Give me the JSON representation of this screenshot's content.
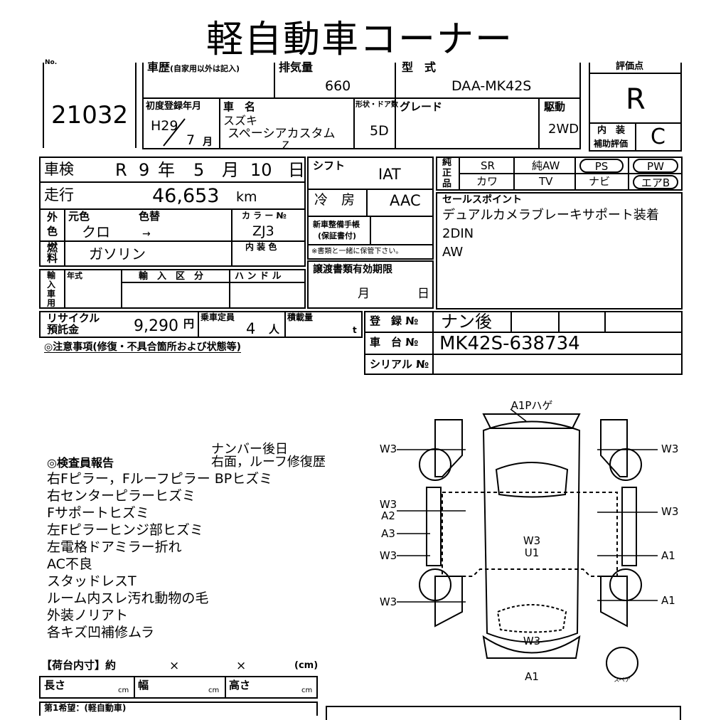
{
  "title": "軽自動車コーナー",
  "header": {
    "no_label": "No.",
    "lot_no": "21032",
    "history_label": "車歴",
    "history_note": "(自家用以外は記入)",
    "displacement_label": "排気量",
    "displacement": "660",
    "model_label": "型　式",
    "model": "DAA-MK42S",
    "score_label": "評価点",
    "score": "R",
    "first_reg_label": "初度登録年月",
    "first_reg_year": "H29",
    "first_reg_month": "7",
    "first_reg_month_unit": "月",
    "car_name_label": "車　名",
    "maker": "スズキ",
    "car_name": "スペーシアカスタム",
    "car_name_suffix": "Z",
    "doors_label": "形状・ドア数",
    "doors": "5D",
    "grade_label": "グレード",
    "drive_label": "駆動",
    "drive": "2WD",
    "interior_label_1": "内　装",
    "interior_label_2": "補助評価",
    "interior_score": "C"
  },
  "inspection": {
    "label": "車検",
    "era": "R",
    "year": "9",
    "year_unit": "年",
    "month": "5",
    "month_unit": "月",
    "day": "10",
    "day_unit": "日"
  },
  "shift": {
    "label": "シフト",
    "value": "IAT"
  },
  "mileage": {
    "label": "走行",
    "value": "46,653",
    "unit": "km"
  },
  "aircon": {
    "label": "冷　房",
    "value": "AAC"
  },
  "color": {
    "outer_label_1": "外",
    "outer_label_2": "色",
    "original_label": "元色",
    "change_label": "色替",
    "original": "クロ",
    "arrow": "→",
    "color_no_label": "カ ラ ー №",
    "color_no": "ZJ3",
    "interior_color_label": "内 装 色"
  },
  "fuel": {
    "label_1": "燃",
    "label_2": "料",
    "value": "ガソリン"
  },
  "new_car_warranty": {
    "label_1": "新車整備手帳",
    "label_2": "(保証書付)",
    "note": "※書類と一緒に保管下さい。"
  },
  "import": {
    "label": [
      "輸",
      "入",
      "車",
      "用"
    ],
    "year_label": "年式",
    "type_label": "輸　入　区　分",
    "handle_label": "ハ ン ド ル"
  },
  "transfer": {
    "label": "譲渡書類有効期限",
    "month": "月",
    "day": "日"
  },
  "recycle": {
    "label_1": "リサイクル",
    "label_2": "預託金",
    "value": "9,290",
    "unit": "円"
  },
  "capacity": {
    "label": "乗車定員",
    "value": "4",
    "unit": "人"
  },
  "load": {
    "label": "積載量",
    "unit": "t"
  },
  "equipment": {
    "label": [
      "純",
      "正",
      "品"
    ],
    "row1": [
      "SR",
      "純AW",
      "PS",
      "PW"
    ],
    "row2": [
      "カワ",
      "TV",
      "ナビ",
      "エアB"
    ]
  },
  "sales_points": {
    "label": "セールスポイント",
    "lines": [
      "デュアルカメラブレーキサポート装着",
      "2DIN",
      "AW"
    ]
  },
  "registration": {
    "reg_label": "登　録 №",
    "reg_value": "ナン後",
    "chassis_label": "車　台 №",
    "chassis_value": "MK42S-638734",
    "serial_label": "シリアル №"
  },
  "notes_label": "◎注意事項(修復・不具合箇所および状態等)",
  "report": {
    "label": "◎検査員報告",
    "side_note_1": "ナンバー後日",
    "side_note_2": "右面，ルーフ修復歴",
    "lines": [
      "右Fピラー，Fルーフピラー BPヒズミ",
      "右センターピラーヒズミ",
      "Fサポートヒズミ",
      "左Fピラーヒンジ部ヒズミ",
      "左電格ドアミラー折れ",
      "AC不良",
      "スタッドレスT",
      "ルーム内スレ汚れ動物の毛",
      "外装ノリアト",
      "各キズ凹補修ムラ"
    ]
  },
  "cargo": {
    "label": "【荷台内寸】約",
    "x1": "×",
    "x2": "×",
    "unit": "(cm)",
    "length": "長さ",
    "width": "幅",
    "height": "高さ",
    "cm": "cm",
    "owner": "第1希望：(軽自動車)"
  },
  "diagram": {
    "top": "A1Pハゲ",
    "left": [
      "W3",
      "W3",
      "A2",
      "A3",
      "W3",
      "W3"
    ],
    "right": [
      "W3",
      "W3",
      "A1",
      "A1"
    ],
    "center": [
      "W3",
      "U1"
    ],
    "rear_inner": "W3",
    "bottom": "A1",
    "spare": "スペア"
  }
}
